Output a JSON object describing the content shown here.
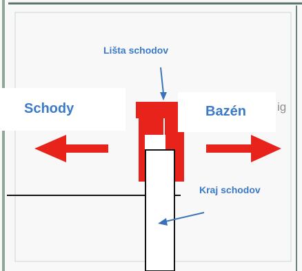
{
  "labels": {
    "stairs": "Schody",
    "pool": "Bazén",
    "stair_strip": "Lišta schodov",
    "stair_edge": "Kraj schodov",
    "background_fragment": "ig"
  },
  "colors": {
    "label_text": "#3a7ac8",
    "callout_arrow": "#3a72b8",
    "red_shape": "#e8231b",
    "outline": "#111111",
    "frame_left": "#8fa596",
    "frame_top": "#5c7368",
    "background": "#f7f8f7"
  },
  "icons": {
    "left_arrow": "arrow-left-icon",
    "right_arrow": "arrow-right-icon"
  }
}
